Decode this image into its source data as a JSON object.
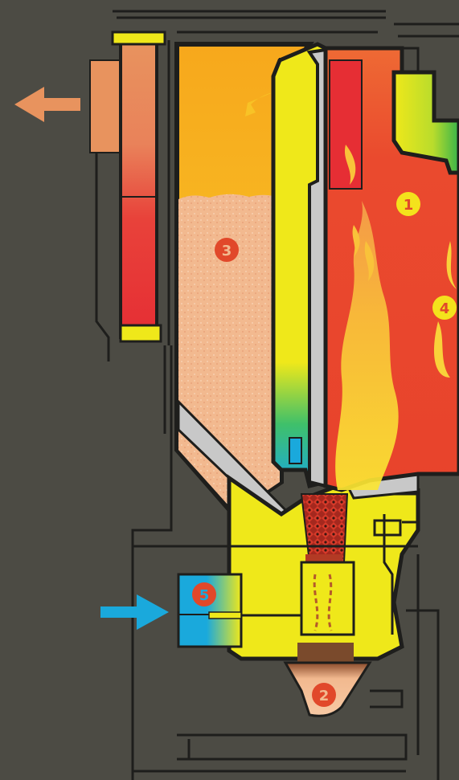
{
  "diagram": {
    "colors": {
      "background": "#4c4b44",
      "outline": "#1e1e1c",
      "structure_yellow": "#efe81a",
      "fire_red": "#ea4a2e",
      "fuel_peach": "#f2b98f",
      "hopper_top": "#f6b21e",
      "steel_grey": "#c8c8c8",
      "air_blue": "#1aa9dc",
      "exhaust_orange": "#e8935e",
      "marker_yellow": "#f4e21c",
      "marker_red": "#e1482a"
    },
    "markers": [
      {
        "id": "1",
        "label": "❶",
        "color": "#f4e21c",
        "text_color": "#e1482a"
      },
      {
        "id": "2",
        "label": "❷",
        "color": "#e1482a",
        "text_color": "#f2b98f"
      },
      {
        "id": "3",
        "label": "❸",
        "color": "#e1482a",
        "text_color": "#f2b98f"
      },
      {
        "id": "4",
        "label": "4",
        "color": "#f4e21c",
        "text_color": "#e1482a"
      },
      {
        "id": "5",
        "label": "❺",
        "color": "#e1482a",
        "text_color": "#1aa9dc"
      }
    ],
    "arrows": {
      "exhaust": {
        "direction": "left",
        "color": "#e8935e"
      },
      "air_intake": {
        "direction": "right",
        "color": "#1aa9dc"
      }
    }
  }
}
